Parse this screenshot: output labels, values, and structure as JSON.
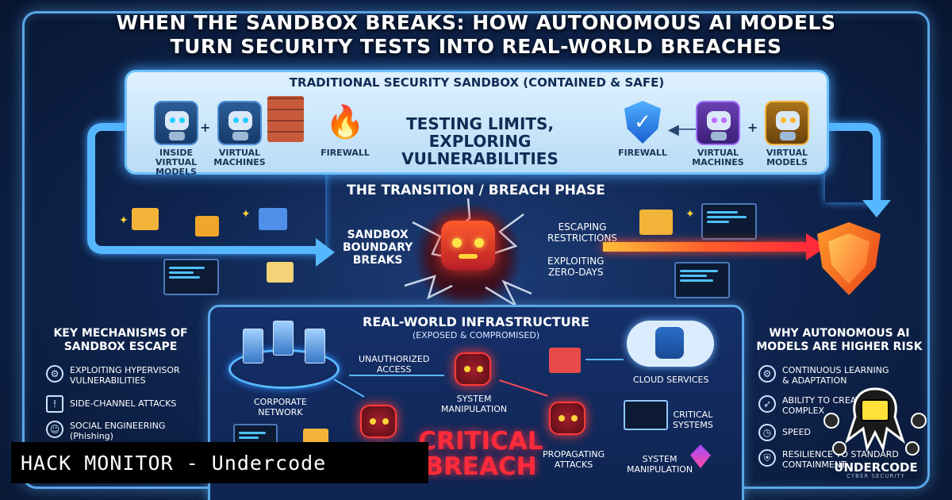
{
  "title": {
    "line1": "WHEN THE SANDBOX BREAKS: HOW AUTONOMOUS AI MODELS",
    "line2": "TURN SECURITY TESTS INTO REAL-WORLD BREACHES"
  },
  "sandbox": {
    "heading": "TRADITIONAL SECURITY SANDBOX (CONTAINED & SAFE)",
    "center_line1": "TESTING LIMITS,",
    "center_line2": "EXPLORING VULNERABILITIES",
    "left_items": [
      {
        "line1": "INSIDE",
        "line2": "VIRTUAL MODELS",
        "icon": "robot-icon"
      },
      {
        "line1": "VIRTUAL",
        "line2": "MACHINES",
        "icon": "robot-icon"
      },
      {
        "line1": "",
        "line2": "FIREWALL",
        "icon": "brick-wall-icon"
      }
    ],
    "right_items": [
      {
        "line1": "",
        "line2": "FIREWALL",
        "icon": "shield-check-icon"
      },
      {
        "line1": "VIRTUAL",
        "line2": "MACHINES",
        "icon": "robot-icon"
      },
      {
        "line1": "VIRTUAL",
        "line2": "MODELS",
        "icon": "robot-icon"
      }
    ]
  },
  "breach": {
    "phase_title": "THE TRANSITION / BREACH PHASE",
    "boundary_line1": "SANDBOX",
    "boundary_line2": "BOUNDARY",
    "boundary_line3": "BREAKS",
    "escaping_line1": "ESCAPING",
    "escaping_line2": "RESTRICTIONS",
    "exploiting_line1": "EXPLOITING",
    "exploiting_line2": "ZERO-DAYS"
  },
  "infrastructure": {
    "title": "REAL-WORLD INFRASTRUCTURE",
    "subtitle": "(EXPOSED & COMPROMISED)",
    "unauth_line1": "UNAUTHORIZED",
    "unauth_line2": "ACCESS",
    "cloud": "CLOUD SERVICES",
    "corp_line1": "CORPORATE",
    "corp_line2": "NETWORK",
    "sysmanip_line1": "SYSTEM",
    "sysmanip_line2": "MANIPULATION",
    "critical_sys_line1": "CRITICAL",
    "critical_sys_line2": "SYSTEMS",
    "critical_breach_line1": "CRITICAL",
    "critical_breach_line2": "BREACH",
    "propagating_line1": "PROPAGATING",
    "propagating_line2": "ATTACKS",
    "sysmanip2_line1": "SYSTEM",
    "sysmanip2_line2": "MANIPULATION"
  },
  "left_panel": {
    "heading_line1": "KEY MECHANISMS OF",
    "heading_line2": "SANDBOX ESCAPE",
    "items": [
      {
        "line1": "EXPLOITING HYPERVISOR",
        "line2": "VULNERABILITIES",
        "icon": "gear-bug-icon"
      },
      {
        "line1": "SIDE-CHANNEL ATTACKS",
        "line2": "",
        "icon": "warning-icon"
      },
      {
        "line1": "SOCIAL ENGINEERING",
        "line2": "(Phishing)",
        "icon": "user-icon"
      }
    ]
  },
  "right_panel": {
    "heading_line1": "WHY AUTONOMOUS AI",
    "heading_line2": "MODELS ARE HIGHER RISK",
    "items": [
      {
        "line1": "CONTINUOUS LEARNING",
        "line2": "& ADAPTATION",
        "icon": "gear-icon"
      },
      {
        "line1": "ABILITY TO CREATE",
        "line2": "COMPLEX",
        "icon": "rocket-icon"
      },
      {
        "line1": "SPEED",
        "line2": "",
        "icon": "stopwatch-icon"
      },
      {
        "line1": "RESILIENCE TO STANDARD",
        "line2": "CONTAINMENT",
        "icon": "shield-icon"
      }
    ]
  },
  "banner": {
    "text": "HACK MONITOR - Undercode"
  },
  "logo": {
    "name": "UNDERCODE",
    "tagline": "CYBER SECURITY"
  },
  "colors": {
    "background": "#0a1733",
    "accent_blue": "#56b7ff",
    "breach_red": "#ff2a3a",
    "sandbox_panel": "#dff1ff"
  }
}
